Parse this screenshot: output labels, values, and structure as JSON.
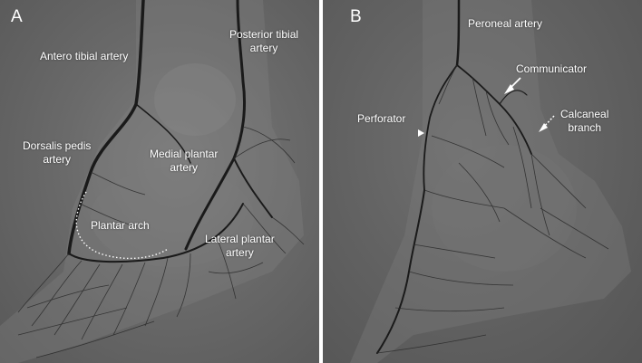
{
  "panel_a": {
    "letter": "A",
    "labels": {
      "antero_tibial": "Antero tibial artery",
      "posterior_tibial_1": "Posterior tibial",
      "posterior_tibial_2": "artery",
      "dorsalis_pedis_1": "Dorsalis pedis",
      "dorsalis_pedis_2": "artery",
      "medial_plantar_1": "Medial plantar",
      "medial_plantar_2": "artery",
      "plantar_arch": "Plantar arch",
      "lateral_plantar_1": "Lateral plantar",
      "lateral_plantar_2": "artery"
    }
  },
  "panel_b": {
    "letter": "B",
    "labels": {
      "peroneal": "Peroneal artery",
      "communicator": "Communicator",
      "perforator": "Perforator",
      "calcaneal_1": "Calcaneal",
      "calcaneal_2": "branch"
    }
  },
  "colors": {
    "background_a": "#6a6a6a",
    "background_b": "#626262",
    "vessel": "#1a1a1a",
    "label_text": "#ffffff",
    "divider": "#ffffff"
  }
}
